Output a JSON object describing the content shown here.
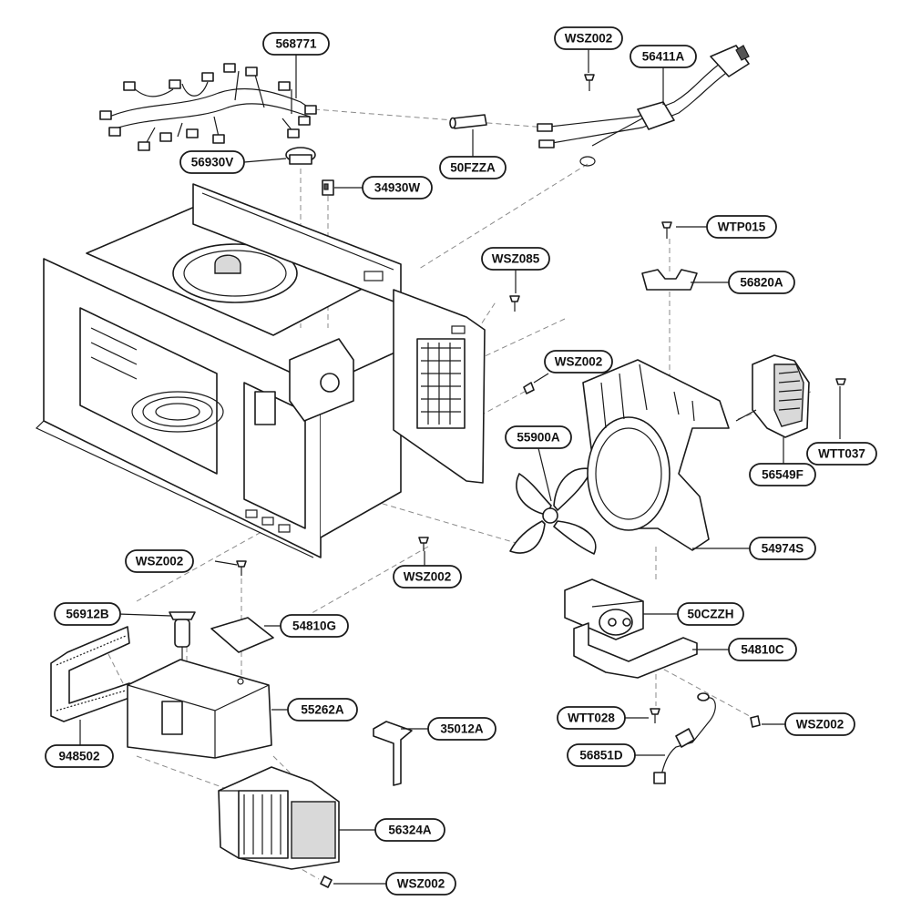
{
  "labels": {
    "568771": "568771",
    "wsz002_top": "WSZ002",
    "56411A": "56411A",
    "56930V": "56930V",
    "50FZZA": "50FZZA",
    "34930W": "34930W",
    "WTP015": "WTP015",
    "WSZ085": "WSZ085",
    "56820A": "56820A",
    "wsz002_mid": "WSZ002",
    "55900A": "55900A",
    "WTT037": "WTT037",
    "56549F": "56549F",
    "54974S": "54974S",
    "wsz002_left": "WSZ002",
    "wsz002_center": "WSZ002",
    "56912B": "56912B",
    "54810G": "54810G",
    "50CZZH": "50CZZH",
    "54810C": "54810C",
    "55262A": "55262A",
    "35012A": "35012A",
    "WTT028": "WTT028",
    "wsz002_right": "WSZ002",
    "948502": "948502",
    "56851D": "56851D",
    "56324A": "56324A",
    "wsz002_bottom": "WSZ002"
  }
}
